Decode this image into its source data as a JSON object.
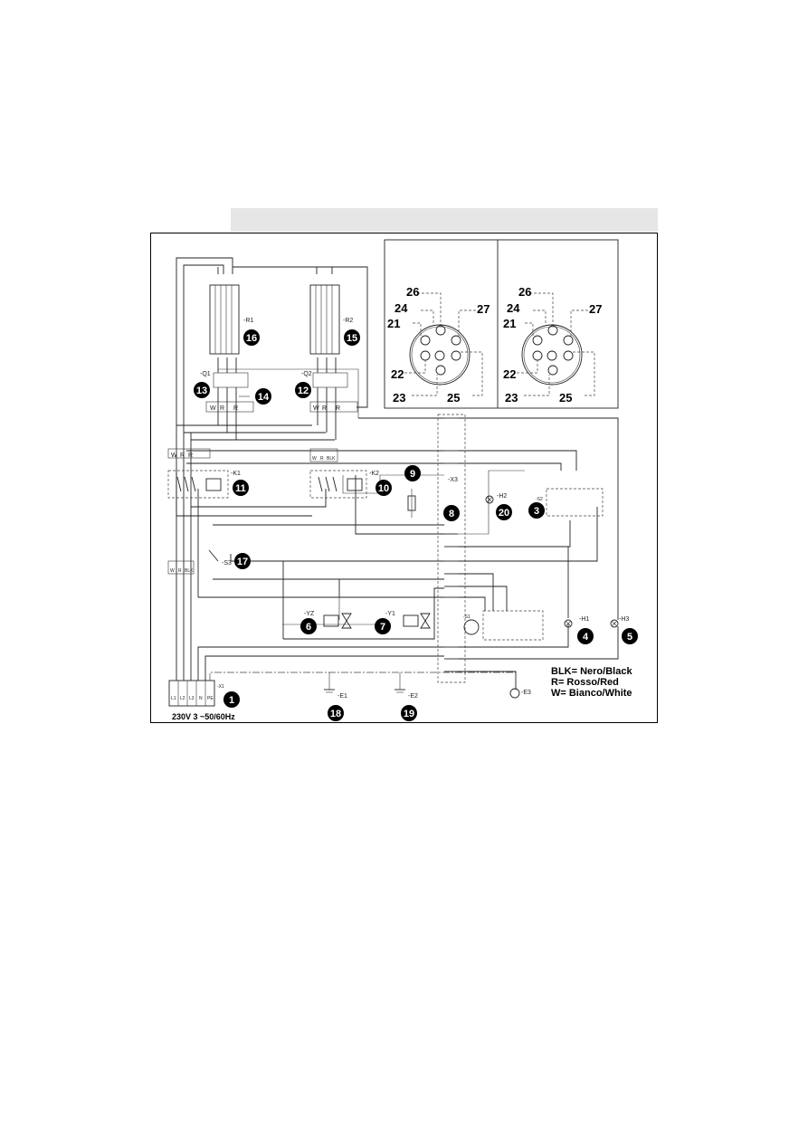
{
  "components": {
    "r1": "-R1",
    "r2": "-R2",
    "q1": "-Q1",
    "q2": "-Q2",
    "k1": "-K1",
    "k2": "-K2",
    "s1": "-S1",
    "s2": "-S2",
    "s3": "-S3",
    "h1": "-H1",
    "h2": "-H2",
    "h3": "-H3",
    "y1": "-Y1",
    "yz": "-YZ",
    "x1": "-X1",
    "x3": "-X3",
    "e1": "-E1",
    "e2": "-E2",
    "e3": "-E3"
  },
  "wire_codes": {
    "w": "W",
    "r": "R",
    "blk": "BLK"
  },
  "callouts": {
    "c1": "1",
    "c3": "3",
    "c4": "4",
    "c5": "5",
    "c6": "6",
    "c7": "7",
    "c8": "8",
    "c9": "9",
    "c10": "10",
    "c11": "11",
    "c12": "12",
    "c13": "13",
    "c14": "14",
    "c15": "15",
    "c16": "16",
    "c17": "17",
    "c18": "18",
    "c19": "19",
    "c20": "20"
  },
  "connector_labels": {
    "n21": "21",
    "n22": "22",
    "n23": "23",
    "n24": "24",
    "n25": "25",
    "n26": "26",
    "n27": "27"
  },
  "terminals": {
    "l1": "L1",
    "l2": "L2",
    "l3": "L3",
    "n": "N",
    "pe": "PE"
  },
  "legend": {
    "black": "BLK= Nero/Black",
    "red": "R= Rosso/Red",
    "white": "W= Bianco/White"
  },
  "supply": "230V 3 ~50/60Hz"
}
